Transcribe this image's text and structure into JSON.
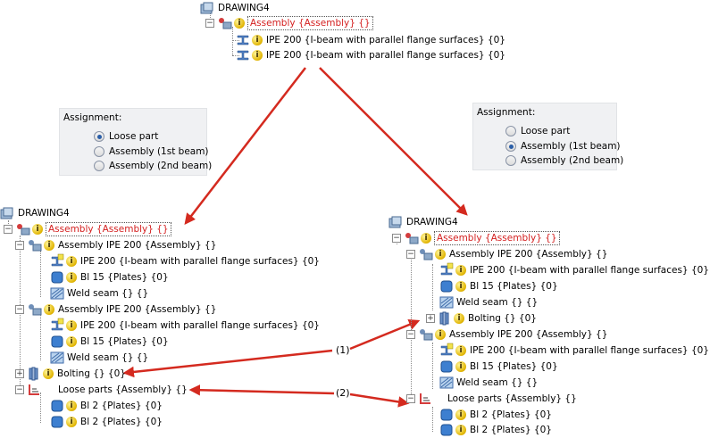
{
  "top_tree": {
    "root": "DRAWING4",
    "assembly": "Assembly {Assembly} {}",
    "items": [
      "IPE 200 {I-beam with parallel flange surfaces} {0}",
      "IPE 200 {I-beam with parallel flange surfaces} {0}"
    ]
  },
  "panel_left": {
    "title": "Assignment:",
    "options": [
      "Loose part",
      "Assembly (1st beam)",
      "Assembly (2nd beam)"
    ],
    "selected": "Loose part"
  },
  "panel_right": {
    "title": "Assignment:",
    "options": [
      "Loose part",
      "Assembly (1st beam)",
      "Assembly (2nd beam)"
    ],
    "selected": "Assembly (1st beam)"
  },
  "left_tree": {
    "root": "DRAWING4",
    "assembly": "Assembly {Assembly} {}",
    "sub_assembly_1": "Assembly IPE 200 {Assembly} {}",
    "beam_1": "IPE 200 {I-beam with parallel flange surfaces} {0}",
    "plate_1": "Bl 15 {Plates} {0}",
    "weld_1": "Weld seam {} {}",
    "sub_assembly_2": "Assembly IPE 200 {Assembly} {}",
    "beam_2": "IPE 200 {I-beam with parallel flange surfaces} {0}",
    "plate_2": "Bl 15 {Plates} {0}",
    "weld_2": "Weld seam {} {}",
    "bolting": "Bolting {} {0}",
    "loose_parts": "Loose parts {Assembly} {}",
    "loose_1": "Bl 2 {Plates} {0}",
    "loose_2": "Bl 2 {Plates} {0}"
  },
  "right_tree": {
    "root": "DRAWING4",
    "assembly": "Assembly {Assembly} {}",
    "sub_assembly_1": "Assembly IPE 200 {Assembly} {}",
    "beam_1": "IPE 200 {I-beam with parallel flange surfaces} {0}",
    "plate_1": "Bl 15 {Plates} {0}",
    "weld_1": "Weld seam {} {}",
    "bolting": "Bolting {} {0}",
    "sub_assembly_2": "Assembly IPE 200 {Assembly} {}",
    "beam_2": "IPE 200 {I-beam with parallel flange surfaces} {0}",
    "plate_2": "Bl 15 {Plates} {0}",
    "weld_2": "Weld seam {} {}",
    "loose_parts": "Loose parts {Assembly} {}",
    "loose_1": "Bl 2 {Plates} {0}",
    "loose_2": "Bl 2 {Plates} {0}"
  },
  "annotations": {
    "arrow_1": "(1)",
    "arrow_2": "(2)"
  },
  "colors": {
    "arrow": "#d42a1f",
    "assembly_text": "#d42020",
    "panel_bg": "#f0f1f3"
  }
}
